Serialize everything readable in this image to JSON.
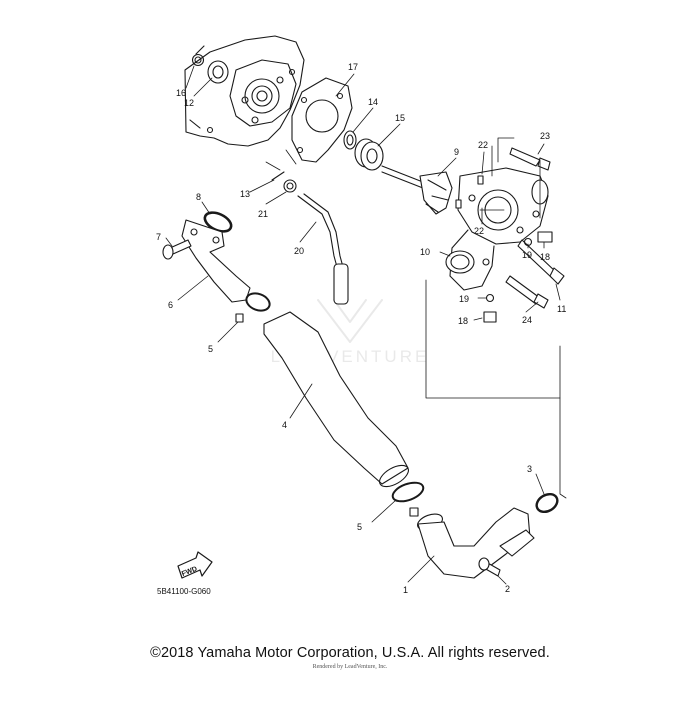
{
  "callouts": [
    {
      "id": "c16",
      "num": "16"
    },
    {
      "id": "c12",
      "num": "12"
    },
    {
      "id": "c17",
      "num": "17"
    },
    {
      "id": "c14",
      "num": "14"
    },
    {
      "id": "c15",
      "num": "15"
    },
    {
      "id": "c9",
      "num": "9"
    },
    {
      "id": "c22a",
      "num": "22"
    },
    {
      "id": "c23",
      "num": "23"
    },
    {
      "id": "c13",
      "num": "13"
    },
    {
      "id": "c21",
      "num": "21"
    },
    {
      "id": "c20",
      "num": "20"
    },
    {
      "id": "c8",
      "num": "8"
    },
    {
      "id": "c7",
      "num": "7"
    },
    {
      "id": "c6",
      "num": "6"
    },
    {
      "id": "c5a",
      "num": "5"
    },
    {
      "id": "c22b",
      "num": "22"
    },
    {
      "id": "c10",
      "num": "10"
    },
    {
      "id": "c19a",
      "num": "19"
    },
    {
      "id": "c18a",
      "num": "18"
    },
    {
      "id": "c19b",
      "num": "19"
    },
    {
      "id": "c18b",
      "num": "18"
    },
    {
      "id": "c24",
      "num": "24"
    },
    {
      "id": "c11",
      "num": "11"
    },
    {
      "id": "c4",
      "num": "4"
    },
    {
      "id": "c3",
      "num": "3"
    },
    {
      "id": "c5b",
      "num": "5"
    },
    {
      "id": "c1",
      "num": "1"
    },
    {
      "id": "c2",
      "num": "2"
    }
  ],
  "fwd_label": "FWD",
  "diagram_code": "5B41100-G060",
  "watermark": "LEADVENTURE",
  "copyright": "©2018 Yamaha Motor Corporation, U.S.A. All rights reserved.",
  "rendered_by": "Rendered by LeadVenture, Inc."
}
